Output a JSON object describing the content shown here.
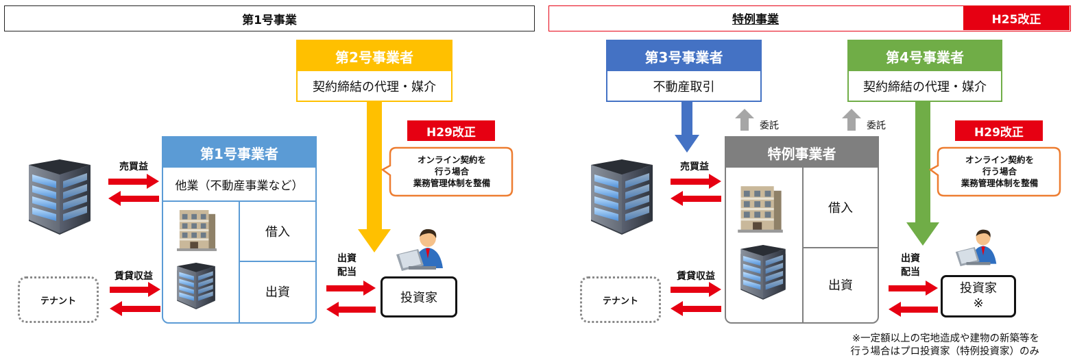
{
  "left": {
    "header": "第1号事業",
    "op2": {
      "title": "第2号事業者",
      "body": "契約締結の代理・媒介"
    },
    "amend_tag": "H29改正",
    "bubble": [
      "オンライン契約を",
      "行う場合",
      "業務管理体制を整備"
    ],
    "op1": {
      "title": "第1号事業者",
      "other": "他業（不動産事業など）",
      "loan": "借入",
      "capital": "出資"
    },
    "profit_label": "売買益",
    "rent_label": "賃貸収益",
    "invest_label": [
      "出資",
      "配当"
    ],
    "tenant": "テナント",
    "investor": "投資家"
  },
  "right": {
    "header": "特例事業",
    "header_tag": "H25改正",
    "op3": {
      "title": "第3号事業者",
      "body": "不動産取引"
    },
    "op4": {
      "title": "第4号事業者",
      "body": "契約締結の代理・媒介"
    },
    "entrust_label": "委託",
    "amend_tag": "H29改正",
    "bubble": [
      "オンライン契約を",
      "行う場合",
      "業務管理体制を整備"
    ],
    "special": {
      "title": "特例事業者",
      "loan": "借入",
      "capital": "出資"
    },
    "profit_label": "売買益",
    "rent_label": "賃貸収益",
    "invest_label": [
      "出資",
      "配当"
    ],
    "tenant": "テナント",
    "investor": [
      "投資家",
      "※"
    ],
    "note": [
      "※一定額以上の宅地造成や建物の新築等を",
      "行う場合はプロ投資家（特例投資家）のみ"
    ]
  },
  "colors": {
    "red": "#e60012",
    "blue_light": "#5b9bd5",
    "blue_dark": "#4472c4",
    "yellow": "#ffc000",
    "green": "#70ad47",
    "gray": "#7f7f7f",
    "bubble_border": "#ed7d31"
  },
  "icons": [
    "office-building-icon",
    "apartment-icon",
    "person-at-laptop-icon"
  ]
}
